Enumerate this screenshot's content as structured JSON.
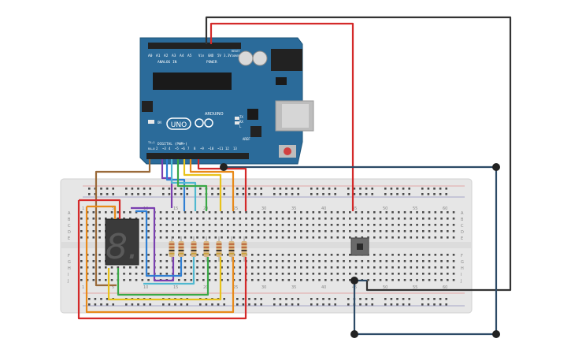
{
  "arduino": {
    "logo_text": "UNO",
    "brand_text": "ARDUINO",
    "header_labels": {
      "analog": "ANALOG IN",
      "power": "POWER",
      "digital": "DIGITAL (PWM~)",
      "aref": "AREF",
      "gnd": "GND",
      "ioref": "IOREF",
      "reset": "RESET",
      "v33": "3.3V",
      "v5": "5V",
      "vin": "Vin",
      "tx": "TX",
      "rx": "RX",
      "on": "ON",
      "l": "L",
      "a0": "A0",
      "a1": "A1",
      "a2": "A2",
      "a3": "A3",
      "a4": "A4",
      "a5": "A5",
      "d13": "13",
      "d12": "12",
      "d11": "~11",
      "d10": "~10",
      "d9": "~9",
      "d8": "8",
      "d7": "7",
      "d6": "~6",
      "d5": "~5",
      "d4": "4",
      "d3": "~3",
      "d2": "2",
      "tx1": "TX→1",
      "rx0": "RX←0"
    }
  },
  "breadboard": {
    "col_numbers_top": [
      "1",
      "5",
      "10",
      "15",
      "20",
      "25",
      "30",
      "35",
      "40",
      "45",
      "50",
      "55",
      "60"
    ],
    "col_numbers_bottom": [
      "1",
      "5",
      "10",
      "15",
      "20",
      "25",
      "30",
      "35",
      "40",
      "45",
      "50",
      "55",
      "60"
    ],
    "row_letters_left": [
      "A",
      "B",
      "C",
      "D",
      "E",
      "F",
      "G",
      "H",
      "I",
      "J"
    ],
    "row_letters_right": [
      "A",
      "B",
      "C",
      "D",
      "E",
      "F",
      "G",
      "H",
      "I",
      "J"
    ]
  },
  "display": {
    "digit": "8."
  },
  "colors": {
    "board": "#2b6b9a",
    "breadboard": "#e8e8e8",
    "wire_red": "#d42a2a",
    "wire_dark": "#3a3a3a",
    "wire_navy": "#2c4a66",
    "wire_brown": "#9a6a3a",
    "wire_purple": "#7a3fb0",
    "wire_blue": "#2f7fd4",
    "wire_cyan": "#4fb8d0",
    "wire_green": "#3aa846",
    "wire_yellow": "#e8c21a",
    "wire_orange": "#e88a1a"
  }
}
